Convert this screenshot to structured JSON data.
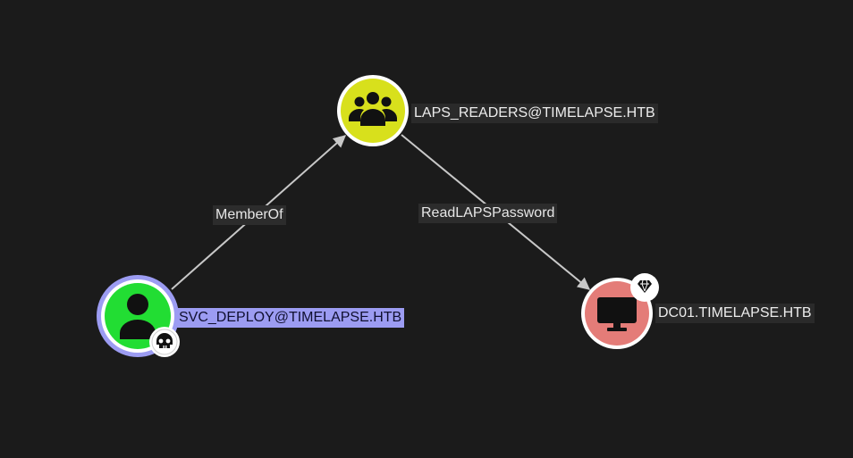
{
  "nodes": {
    "laps_readers": {
      "label": "LAPS_READERS@TIMELAPSE.HTB",
      "type": "Group",
      "color": "#d8e01c",
      "icon": "users-icon"
    },
    "svc_deploy": {
      "label": "SVC_DEPLOY@TIMELAPSE.HTB",
      "type": "User",
      "color": "#22dd33",
      "icon": "user-icon",
      "badge": "skull-icon",
      "selected": true
    },
    "dc01": {
      "label": "DC01.TIMELAPSE.HTB",
      "type": "Computer",
      "color": "#e47c78",
      "icon": "monitor-icon",
      "badge": "gem-icon"
    }
  },
  "edges": [
    {
      "from": "svc_deploy",
      "to": "laps_readers",
      "label": "MemberOf"
    },
    {
      "from": "laps_readers",
      "to": "dc01",
      "label": "ReadLAPSPassword"
    }
  ],
  "colors": {
    "background": "#1b1b1b",
    "edge": "#c8c8c8",
    "selection": "#9c9cf2"
  }
}
